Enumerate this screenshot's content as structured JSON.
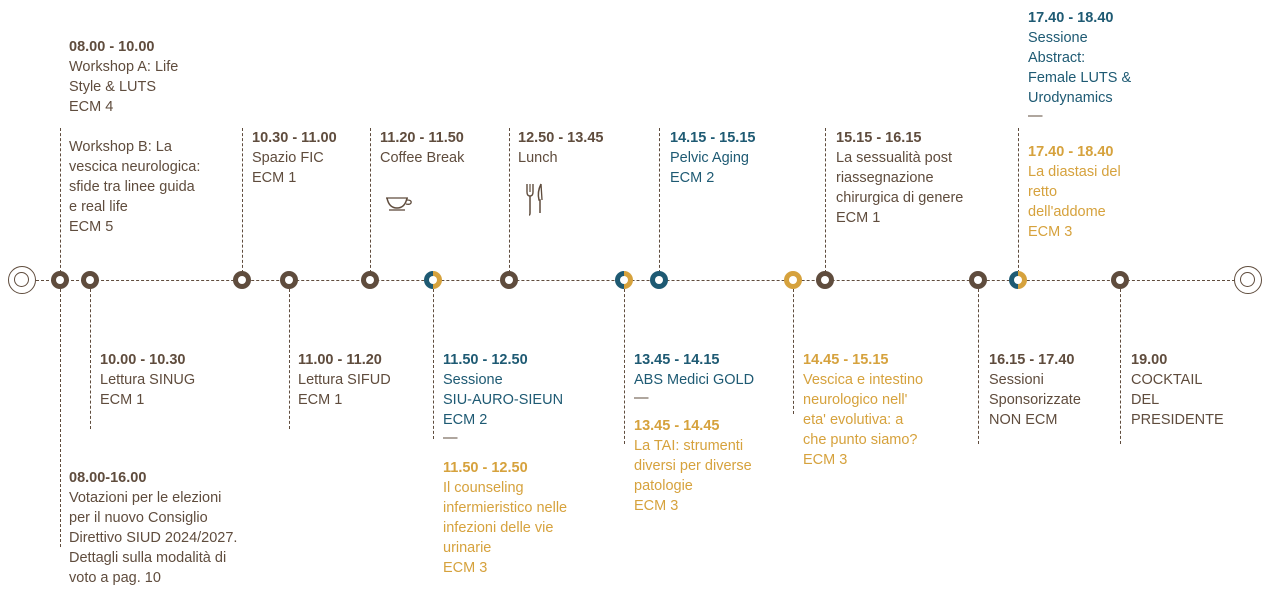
{
  "colors": {
    "brown": "#5f4c3d",
    "gold": "#d6a23d",
    "blue": "#1e5a73"
  },
  "top": {
    "ws": {
      "time": "08.00 - 10.00",
      "a1": "Workshop A: Life",
      "a2": "Style & LUTS",
      "a3": "ECM 4",
      "b1": "Workshop B: La",
      "b2": "vescica neurologica:",
      "b3": "sfide tra linee guida",
      "b4": "e real life",
      "b5": "ECM 5"
    },
    "fic": {
      "time": "10.30 - 11.00",
      "l1": "Spazio FIC",
      "l2": "ECM 1"
    },
    "coffee": {
      "time": "11.20 - 11.50",
      "l1": "Coffee Break",
      "icon": "coffee-cup-icon"
    },
    "lunch": {
      "time": "12.50 - 13.45",
      "l1": "Lunch",
      "icon": "fork-knife-icon"
    },
    "pelvic": {
      "time": "14.15 - 15.15",
      "l1": "Pelvic Aging",
      "l2": "ECM 2"
    },
    "sex": {
      "time": "15.15 - 16.15",
      "l1": "La sessualità post",
      "l2": "riassegnazione",
      "l3": "chirurgica di genere",
      "l4": "ECM 1"
    },
    "abs1": {
      "time": "17.40 - 18.40",
      "l1": "Sessione",
      "l2": "Abstract:",
      "l3": "Female LUTS &",
      "l4": "Urodynamics",
      "dash": "—"
    },
    "abs2": {
      "time": "17.40 - 18.40",
      "l1": "La diastasi del",
      "l2": "retto",
      "l3": "dell'addome",
      "l4": "ECM 3"
    }
  },
  "bottom": {
    "sinug": {
      "time": "10.00 - 10.30",
      "l1": "Lettura SINUG",
      "l2": "ECM 1"
    },
    "vote": {
      "time": "08.00-16.00",
      "l1": "Votazioni per le elezioni",
      "l2": "per il nuovo Consiglio",
      "l3": "Direttivo SIUD 2024/2027.",
      "l4": "Dettagli sulla modalità di",
      "l5": "voto a pag. 10"
    },
    "sifud": {
      "time": "11.00 - 11.20",
      "l1": "Lettura SIFUD",
      "l2": "ECM 1"
    },
    "siu": {
      "time": "11.50 - 12.50",
      "l1": "Sessione",
      "l2": "SIU-AURO-SIEUN",
      "l3": "ECM 2",
      "dash": "—"
    },
    "counsel": {
      "time": "11.50 - 12.50",
      "l1": "Il counseling",
      "l2": "infermieristico nelle",
      "l3": "infezioni delle vie",
      "l4": "urinarie",
      "l5": "ECM 3"
    },
    "abs": {
      "time": "13.45 - 14.15",
      "l1": "ABS Medici GOLD",
      "dash": "—"
    },
    "tai": {
      "time": "13.45 - 14.45",
      "l1": "La TAI: strumenti",
      "l2": "diversi per diverse",
      "l3": "patologie",
      "l4": "ECM 3"
    },
    "vesc": {
      "time": "14.45 - 15.15",
      "l1": "Vescica e intestino",
      "l2": "neurologico nell'",
      "l3": "eta' evolutiva: a",
      "l4": "che punto siamo?",
      "l5": "ECM 3"
    },
    "spons": {
      "time": "16.15 - 17.40",
      "l1": "Sessioni",
      "l2": "Sponsorizzate",
      "l3": "NON ECM"
    },
    "cocktail": {
      "time": "19.00",
      "l1": "COCKTAIL",
      "l2": "DEL",
      "l3": "PRESIDENTE"
    }
  }
}
